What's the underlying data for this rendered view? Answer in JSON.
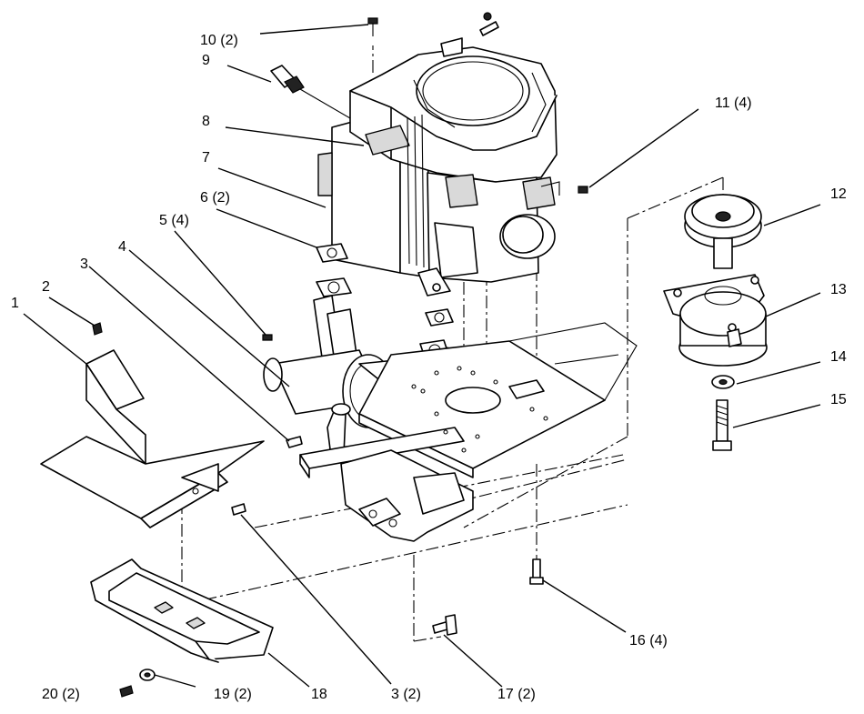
{
  "callouts": [
    {
      "id": "c1",
      "text": "1"
    },
    {
      "id": "c2",
      "text": "2"
    },
    {
      "id": "c3",
      "text": "3"
    },
    {
      "id": "c4",
      "text": "4"
    },
    {
      "id": "c5",
      "text": "5 (4)"
    },
    {
      "id": "c6",
      "text": "6 (2)"
    },
    {
      "id": "c7",
      "text": "7"
    },
    {
      "id": "c8",
      "text": "8"
    },
    {
      "id": "c9",
      "text": "9"
    },
    {
      "id": "c10",
      "text": "10 (2)"
    },
    {
      "id": "c11",
      "text": "11 (4)"
    },
    {
      "id": "c12",
      "text": "12"
    },
    {
      "id": "c13",
      "text": "13"
    },
    {
      "id": "c14",
      "text": "14"
    },
    {
      "id": "c15",
      "text": "15"
    },
    {
      "id": "c16",
      "text": "16 (4)"
    },
    {
      "id": "c17",
      "text": "17 (2)"
    },
    {
      "id": "c18",
      "text": "18"
    },
    {
      "id": "c19",
      "text": "19 (2)"
    },
    {
      "id": "c20",
      "text": "20 (2)"
    },
    {
      "id": "c3b",
      "text": "3 (2)"
    }
  ]
}
